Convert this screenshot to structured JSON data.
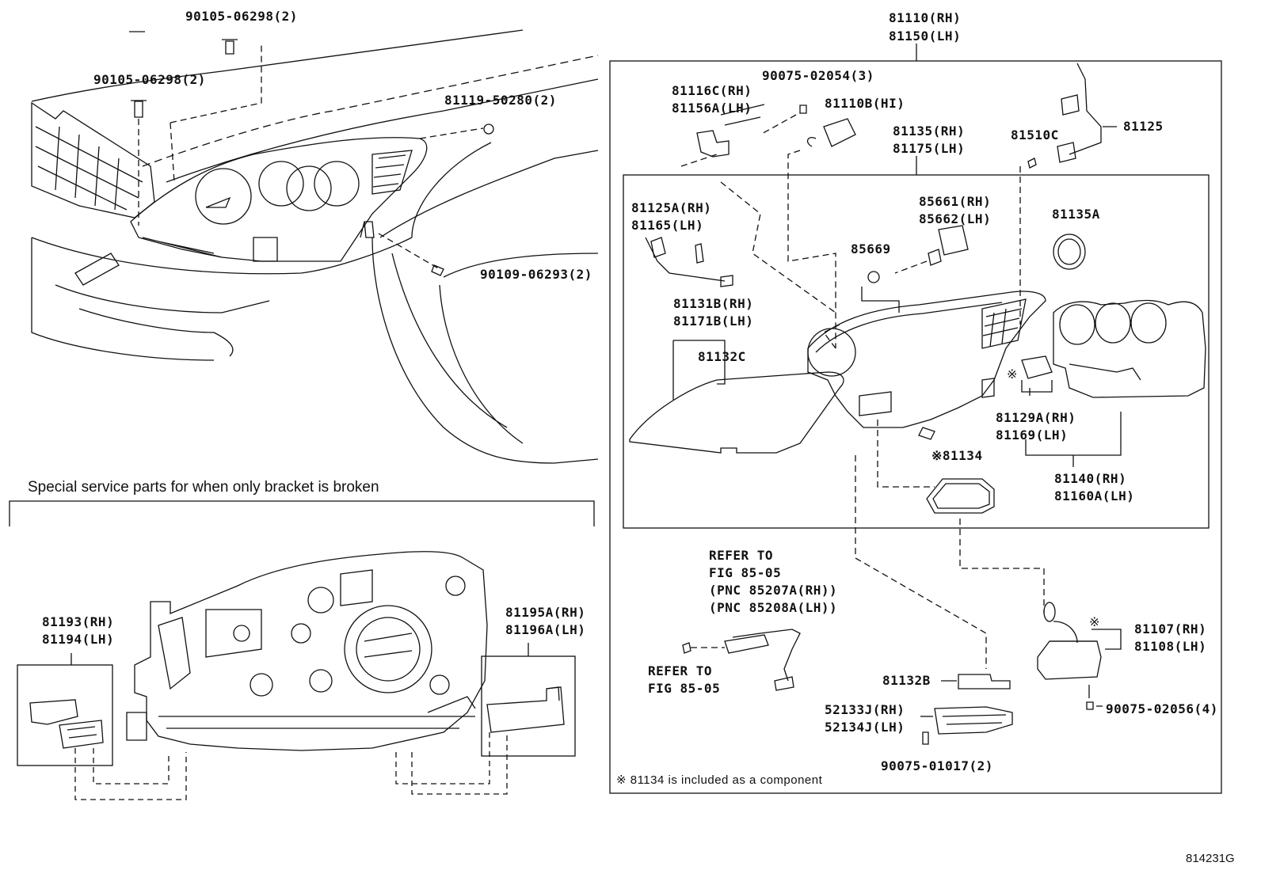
{
  "labels": {
    "p_90105_top": "90105-06298(2)",
    "p_90105_left": "90105-06298(2)",
    "p_81119": "81119-50280(2)",
    "p_90109": "90109-06293(2)",
    "p_81110_rh": "81110(RH)",
    "p_81150_lh": "81150(LH)",
    "p_90075_02054": "90075-02054(3)",
    "p_81116c_rh": "81116C(RH)",
    "p_81156a_lh": "81156A(LH)",
    "p_81110b": "81110B(HI)",
    "p_81135_rh": "81135(RH)",
    "p_81175_lh": "81175(LH)",
    "p_81510c": "81510C",
    "p_81125": "81125",
    "p_81125a_rh": "81125A(RH)",
    "p_81165_lh": "81165(LH)",
    "p_85661_rh": "85661(RH)",
    "p_85662_lh": "85662(LH)",
    "p_81135a": "81135A",
    "p_85669": "85669",
    "p_81131b_rh": "81131B(RH)",
    "p_81171b_lh": "81171B(LH)",
    "p_81132c": "81132C",
    "p_81129a_rh": "81129A(RH)",
    "p_81169_lh": "81169(LH)",
    "p_81134": "※81134",
    "p_81140_rh": "81140(RH)",
    "p_81160a_lh": "81160A(LH)",
    "refer1_l1": "REFER TO",
    "refer1_l2": "FIG 85-05",
    "refer1_l3": "(PNC 85207A(RH))",
    "refer1_l4": "(PNC 85208A(LH))",
    "refer2_l1": "REFER TO",
    "refer2_l2": "FIG 85-05",
    "p_81107_rh": "81107(RH)",
    "p_81108_lh": "81108(LH)",
    "p_81132b": "81132B",
    "p_90075_02056": "90075-02056(4)",
    "p_52133j_rh": "52133J(RH)",
    "p_52134j_lh": "52134J(LH)",
    "p_90075_01017": "90075-01017(2)",
    "footnote": "※ 81134 is included as a component",
    "p_81193_rh": "81193(RH)",
    "p_81194_lh": "81194(LH)",
    "p_81195a_rh": "81195A(RH)",
    "p_81196a_lh": "81196A(LH)",
    "special_title": "Special service parts for when only bracket is broken",
    "asterisk_1": "※",
    "asterisk_2": "※",
    "figure_id": "814231G"
  }
}
